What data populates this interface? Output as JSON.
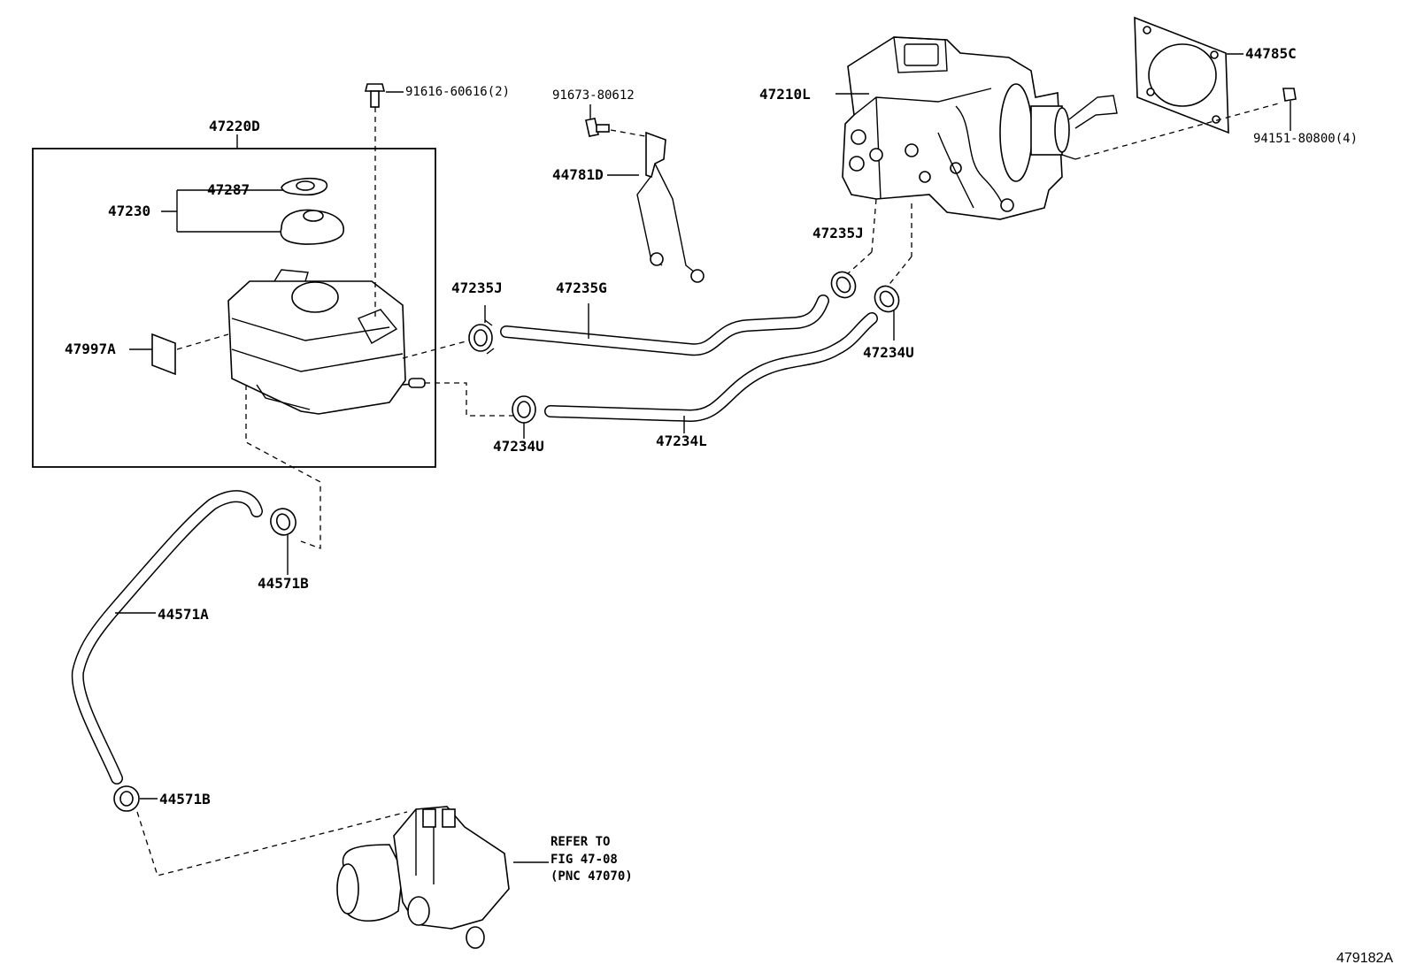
{
  "diagram": {
    "figure_id": "479182A",
    "parts": {
      "p47220D": "47220D",
      "p47230": "47230",
      "p47287": "47287",
      "p47997A": "47997A",
      "p91616": "91616-60616(2)",
      "p91673": "91673-80612",
      "p44781D": "44781D",
      "p47210L": "47210L",
      "p44785C": "44785C",
      "p94151": "94151-80800(4)",
      "p47235J_a": "47235J",
      "p47235G": "47235G",
      "p47235J_b": "47235J",
      "p47234U_a": "47234U",
      "p47234U_b": "47234U",
      "p47234L": "47234L",
      "p44571B_a": "44571B",
      "p44571A": "44571A",
      "p44571B_b": "44571B"
    },
    "note": {
      "line1": "REFER TO",
      "line2": "FIG 47-08",
      "line3": "(PNC 47070)"
    }
  }
}
